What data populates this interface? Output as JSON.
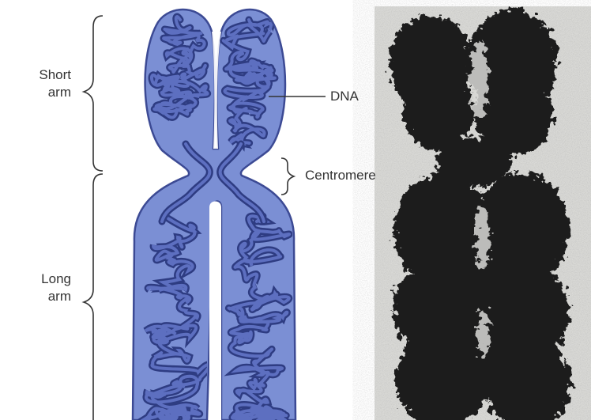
{
  "labels": {
    "short_arm_line1": "Short",
    "short_arm_line2": "arm",
    "long_arm_line1": "Long",
    "long_arm_line2": "arm",
    "dna": "DNA",
    "centromere": "Centromere"
  },
  "colors": {
    "chromosome_fill": "#7b8fd4",
    "dna_strand": "#2e3c82",
    "dna_strand_light": "#5d6fc0",
    "photo_background": "#d9d9d6",
    "photo_chromatin": "#1c1c1c",
    "label_text": "#333333"
  },
  "icons": {
    "short_arm_brace": "left-curly-brace",
    "long_arm_brace": "left-curly-brace",
    "centromere_brace": "right-curly-brace"
  }
}
